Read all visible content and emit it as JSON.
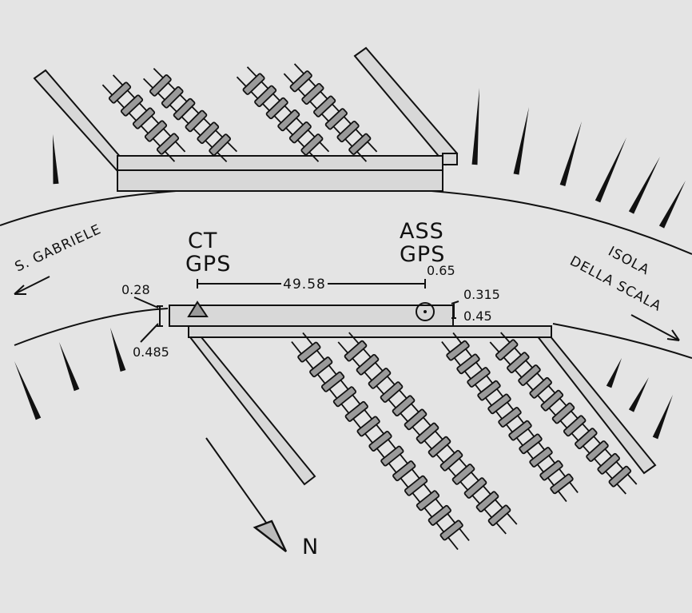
{
  "labels": {
    "left_direction": "S. GABRIELE",
    "right_direction_line1": "ISOLA",
    "right_direction_line2": "DELLA SCALA",
    "ct_line1": "CT",
    "ct_line2": "GPS",
    "ass_line1": "ASS",
    "ass_line2": "GPS",
    "north": "N"
  },
  "dimensions": {
    "main_span": "49.58",
    "ass_offset": "0.65",
    "left_upper": "0.28",
    "left_lower": "0.485",
    "right_upper": "0.315",
    "right_lower": "0.45"
  },
  "icons": [
    "ct-triangle-marker-icon",
    "ass-circle-marker-icon",
    "north-arrow-icon"
  ],
  "colors": {
    "background": "#e4e4e4",
    "ink": "#111111",
    "fill": "#d8d8d8",
    "sleeper": "#9a9a9a"
  }
}
